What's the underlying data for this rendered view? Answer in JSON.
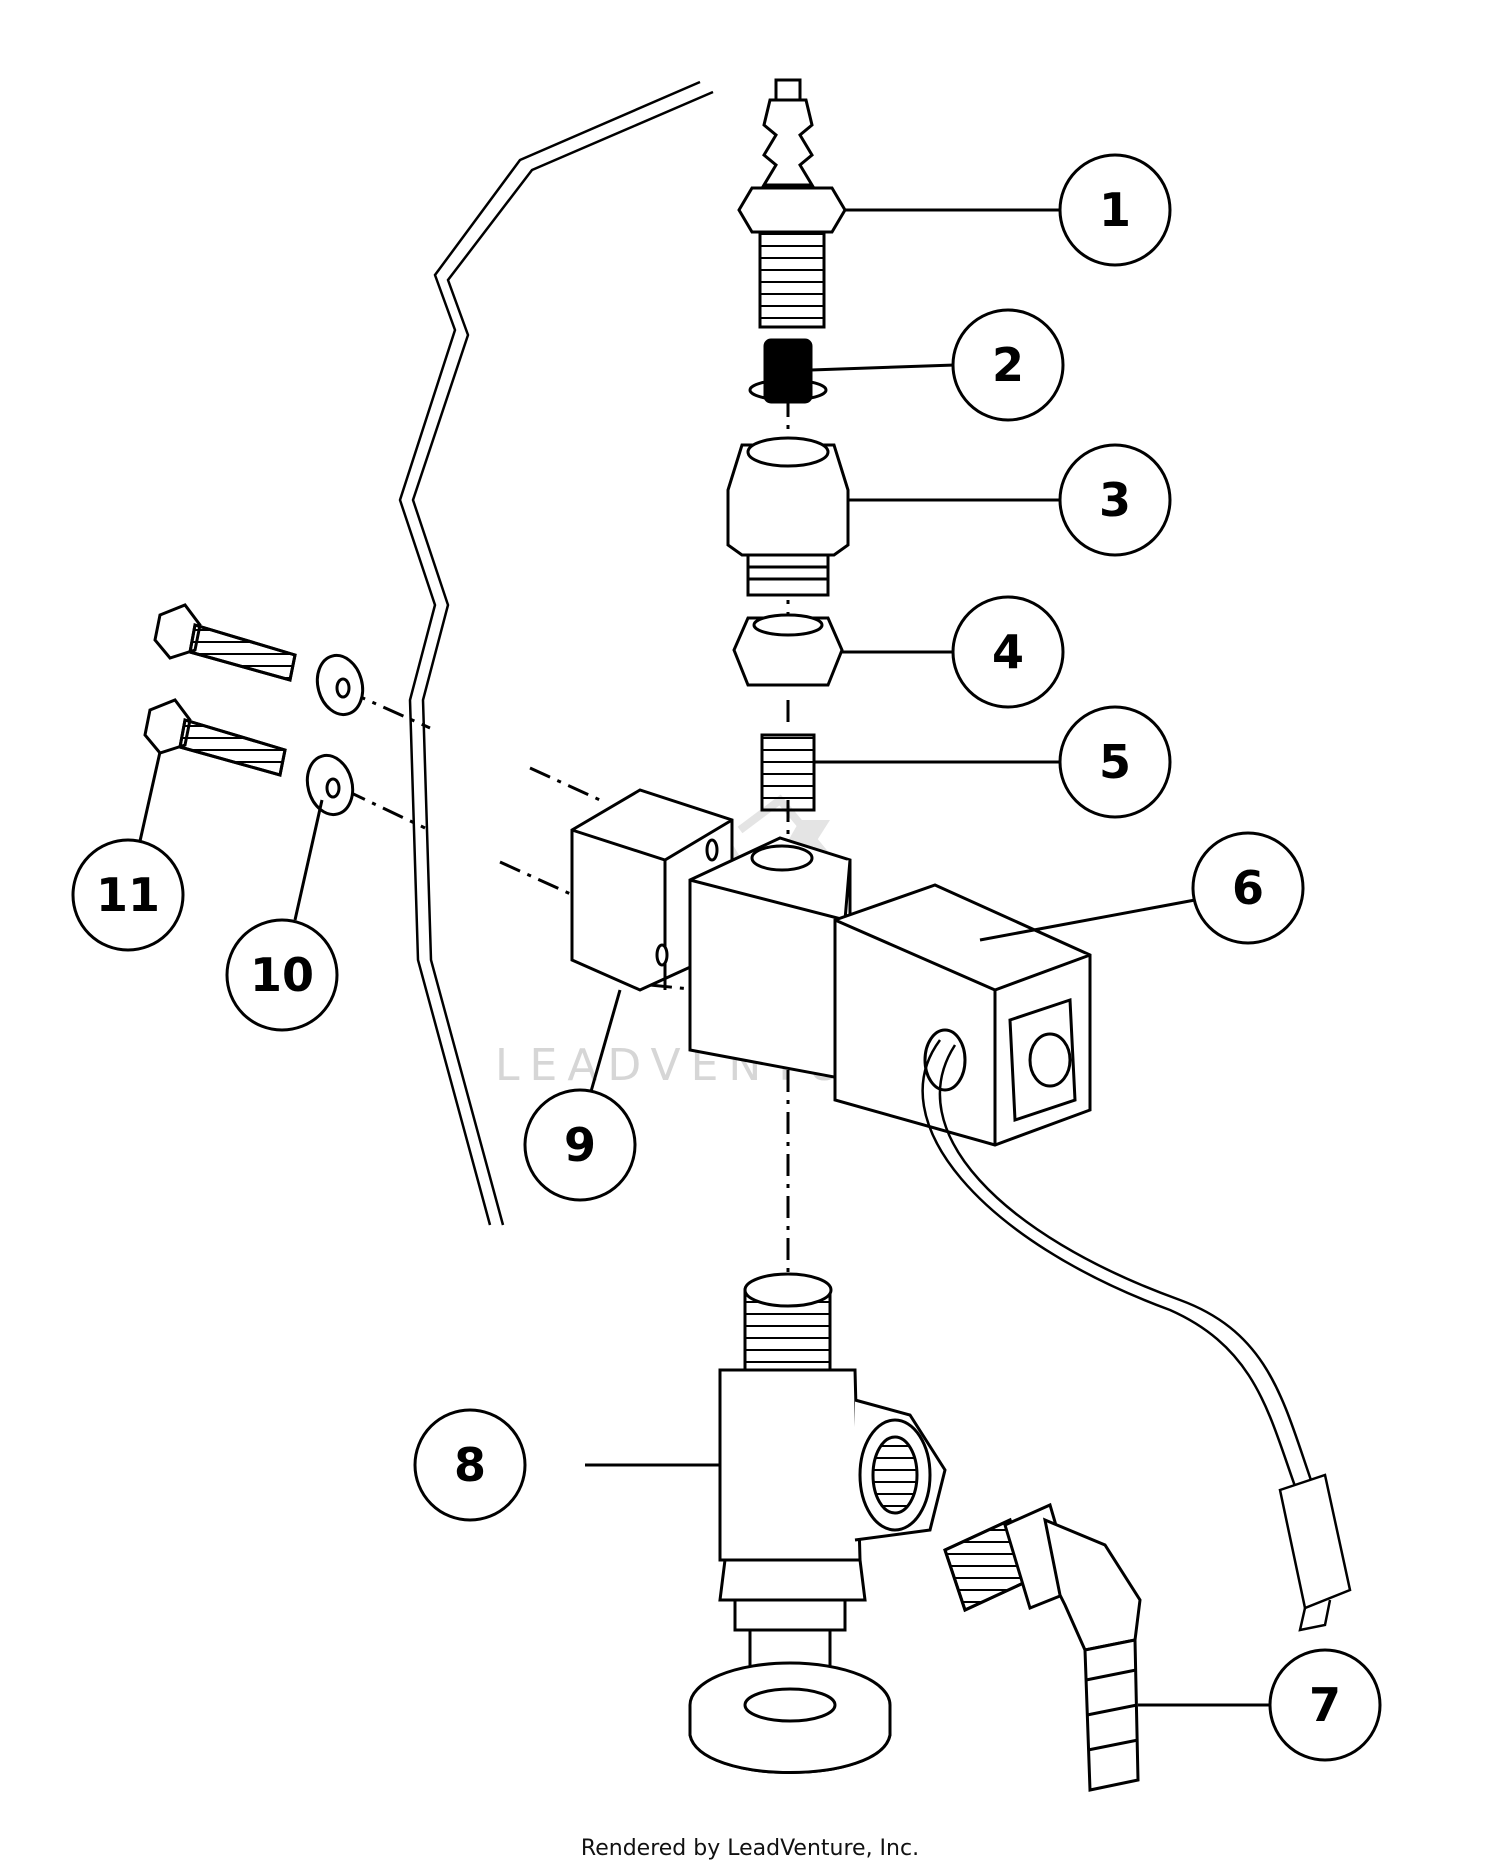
{
  "callouts": [
    {
      "label": "1",
      "part": "hose-barb-fitting"
    },
    {
      "label": "2",
      "part": "filter-screen"
    },
    {
      "label": "3",
      "part": "coupling-nut"
    },
    {
      "label": "4",
      "part": "hex-nut"
    },
    {
      "label": "5",
      "part": "threaded-nipple"
    },
    {
      "label": "6",
      "part": "solenoid-valve"
    },
    {
      "label": "7",
      "part": "elbow-hose-barb"
    },
    {
      "label": "8",
      "part": "shutoff-valve"
    },
    {
      "label": "9",
      "part": "mounting-bracket"
    },
    {
      "label": "10",
      "part": "washer"
    },
    {
      "label": "11",
      "part": "cap-screw"
    }
  ],
  "watermark": "LEADVENTURE",
  "footer": "Rendered by LeadVenture, Inc.",
  "colors": {
    "line": "#000000",
    "watermark": "#d6d6d6"
  }
}
